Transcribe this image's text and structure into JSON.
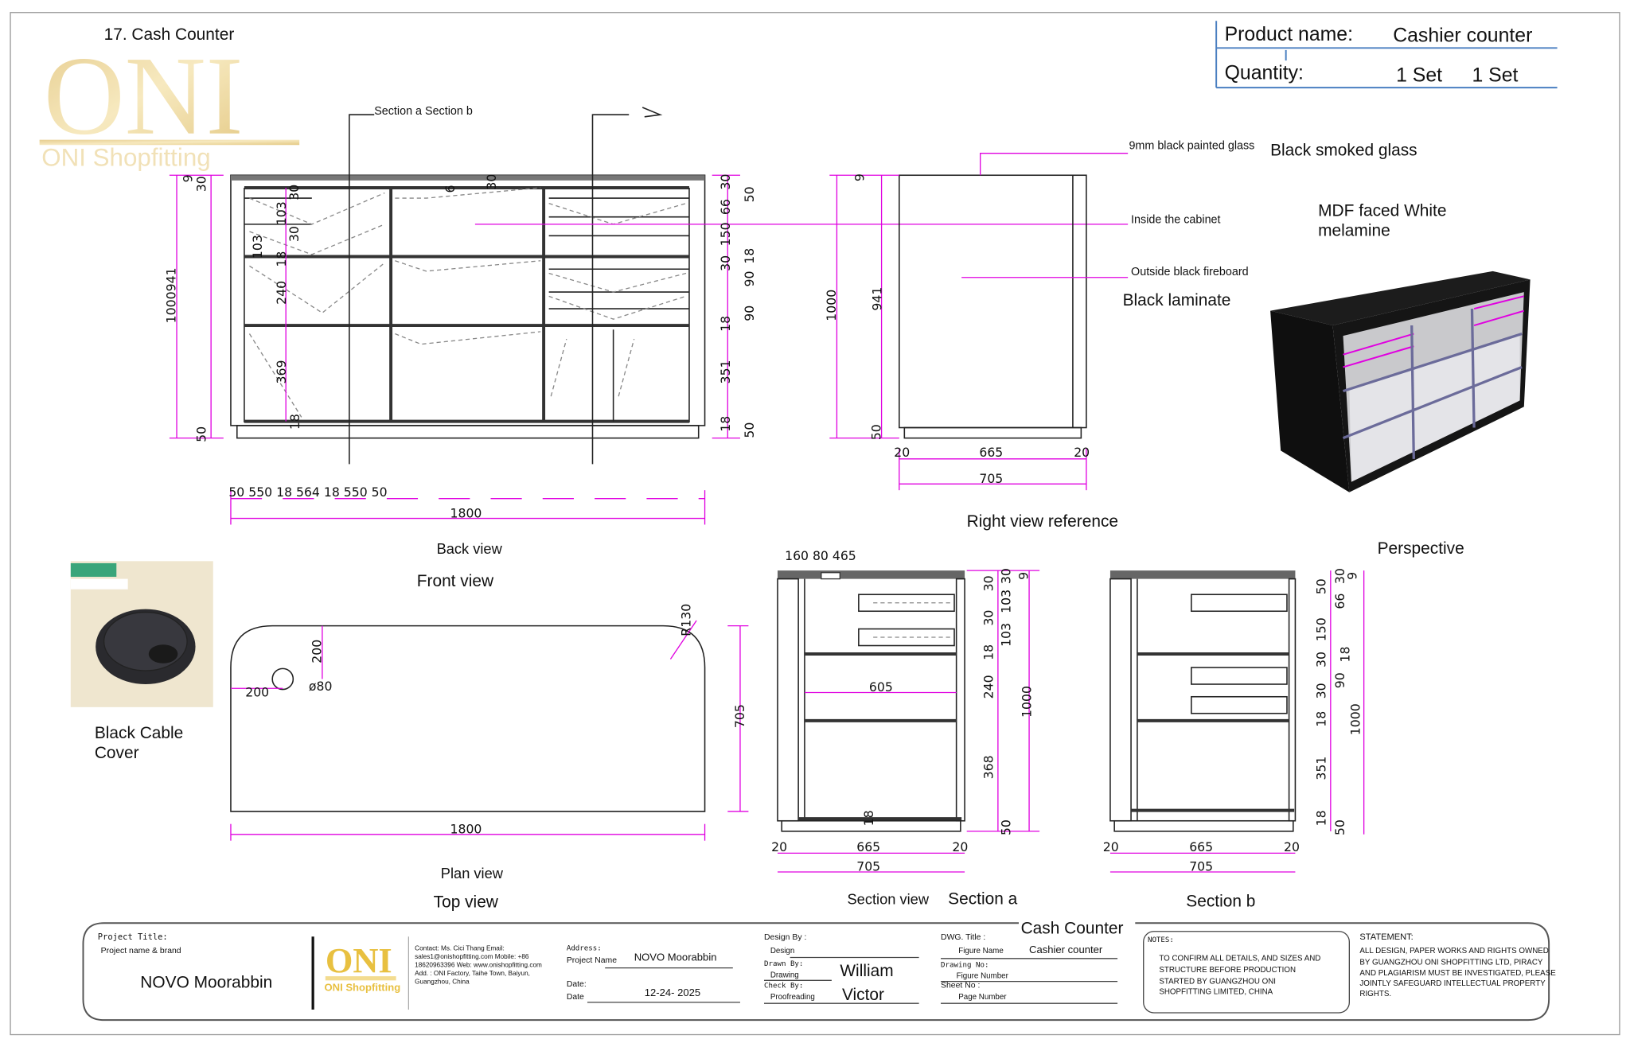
{
  "sheet": {
    "heading": "17. Cash Counter",
    "watermark": {
      "logo": "ONI",
      "subtitle": "ONI Shopfitting",
      "color": "#e8cc86"
    }
  },
  "product_table": {
    "name_label": "Product name:",
    "name_value": "Cashier counter",
    "quantity_label": "Quantity:",
    "quantity_value_1": "1 Set",
    "quantity_value_2": "1 Set"
  },
  "back_view": {
    "section_marker": "Section a Section b",
    "caption_1": "Back view",
    "caption_2": "Front view",
    "bottom_dims": "50 550 18 564 18 550 50",
    "total_width": "1800",
    "dims": [
      "1000941",
      "9",
      "30",
      "50",
      "30",
      "103",
      "30",
      "103",
      "18",
      "240",
      "369",
      "18",
      "6",
      "30",
      "30",
      "50",
      "66",
      "150",
      "18",
      "30",
      "90",
      "90",
      "18",
      "351",
      "18",
      "50"
    ]
  },
  "right_view": {
    "caption": "Right view reference",
    "dims": [
      "1000",
      "941",
      "9",
      "50",
      "20",
      "665",
      "20",
      "705"
    ]
  },
  "materials": {
    "glass_note": "9mm black painted glass",
    "glass_label": "Black smoked glass",
    "inside_note": "Inside the cabinet",
    "inside_label_1": "MDF faced White",
    "inside_label_2": "melamine",
    "outside_note": "Outside black fireboard",
    "outside_label": "Black laminate"
  },
  "perspective": {
    "caption": "Perspective"
  },
  "cable_cover": {
    "label_1": "Black Cable",
    "label_2": "Cover"
  },
  "plan_view": {
    "caption_1": "Plan view",
    "caption_2": "Top view",
    "dims": [
      "200",
      "200",
      "ø80",
      "R130",
      "705",
      "1800"
    ]
  },
  "section_a": {
    "caption_1": "Section view",
    "caption_2": "Section a",
    "dims": [
      "160 80 465",
      "605",
      "20",
      "665",
      "20",
      "705",
      "30",
      "30",
      "9",
      "103",
      "30",
      "103",
      "18",
      "240",
      "1000",
      "368",
      "18",
      "50"
    ]
  },
  "section_b": {
    "caption": "Section b",
    "dims": [
      "30",
      "9",
      "50",
      "66",
      "150",
      "30",
      "18",
      "30",
      "90",
      "1000",
      "18",
      "351",
      "18",
      "50",
      "20",
      "665",
      "20",
      "705"
    ]
  },
  "title_block": {
    "project_title_label": "Project Title:",
    "project_title_sub": "Project name & brand",
    "project_title": "NOVO Moorabbin",
    "logo": "ONI",
    "logo_sub": "ONI Shopfitting",
    "contact_1": "Contact: Ms. Cici Thang Email:",
    "contact_2": "sales1@onishopfitting.com Mobile: +86",
    "contact_3": "18620963396 Web: www.onishopfitting.com",
    "contact_4": "Add. : ONI Factory, Taihe Town, Baiyun,",
    "contact_5": "Guangzhou, China",
    "address_label": "Address:",
    "project_name_label": "Project Name",
    "project_name": "NOVO Moorabbin",
    "date_label": "Date:",
    "date_sub": "Date",
    "date": "12-24- 2025",
    "design_by_label": "Design By   :",
    "design_sub": "Design",
    "drawn_by_label": "Drawn By:",
    "drawing_sub": "Drawing",
    "drawn_by": "William",
    "check_by_label": "Check By:",
    "proofreading_sub": "Proofreading",
    "check_by": "Victor",
    "dwg_title_label": "DWG. Title   :",
    "dwg_title": "Cash Counter",
    "figure_name_label": "Figure Name",
    "figure_name": "Cashier counter",
    "drawing_no_label": "Drawing No:",
    "figure_number_label": "Figure Number",
    "sheet_no_label": "Sheet No   :",
    "page_number_label": "Page Number",
    "notes_label": "NOTES:",
    "notes_1": "TO CONFIRM ALL DETAILS, AND SIZES AND",
    "notes_2": "STRUCTURE BEFORE PRODUCTION",
    "notes_3": "STARTED BY GUANGZHOU ONI",
    "notes_4": "SHOPFITTING LIMITED, CHINA",
    "statement_label": "STATEMENT:",
    "statement_1": "ALL DESIGN, PAPER WORKS AND RIGHTS OWNED",
    "statement_2": "BY GUANGZHOU ONI SHOPFITTING LTD, PIRACY",
    "statement_3": "AND PLAGIARISM MUST BE INVESTIGATED, PLEASE",
    "statement_4": "JOINTLY SAFEGUARD INTELLECTUAL PROPERTY",
    "statement_5": "RIGHTS."
  },
  "colors": {
    "dimension": "#e000e0",
    "table_line": "#4a7fc1",
    "gold": "#e8c66a"
  }
}
